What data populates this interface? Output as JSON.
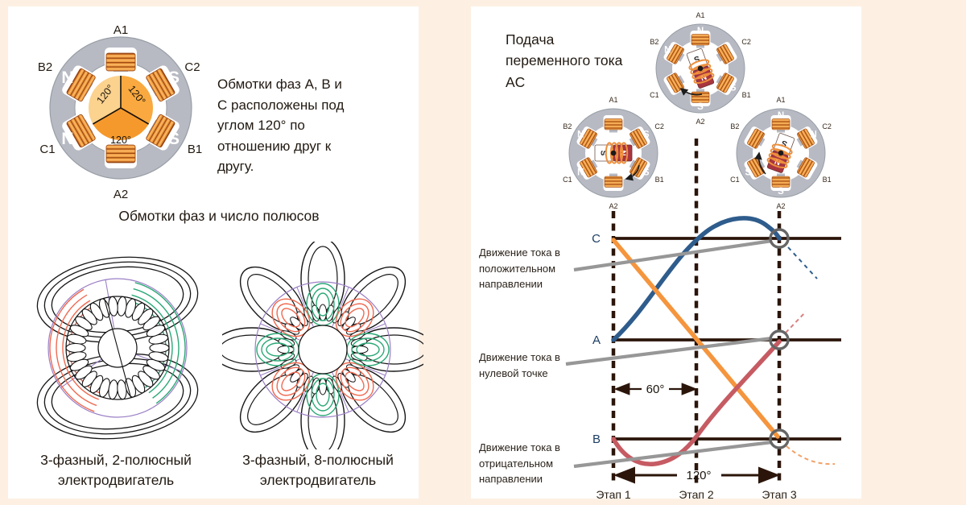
{
  "colors": {
    "background": "#fdf0e3",
    "panel": "#ffffff",
    "axis_dark": "#2b150a",
    "phase_c_blue": "#2e5c8c",
    "phase_a_orange": "#f5953d",
    "phase_b_red": "#c65b63",
    "callout_gray": "#979797",
    "circle_marker_gray": "#666666",
    "stator_ring_gray": "#b7bac3",
    "stator_ring_stroke": "#989ea6",
    "coil_orange": "#f09c42",
    "coil_dark": "#9c4812",
    "rotor_red": "#a8353f",
    "winding_purple": "#9b7fc5",
    "winding_green": "#2aa876",
    "winding_red": "#ef6950",
    "axis_label_navy": "#1d3e63",
    "sector_light": "#fbd28e",
    "sector_mid": "#f9a93f",
    "sector_deep": "#f6992c"
  },
  "left_panel": {
    "stator": {
      "labels": {
        "a1": "A1",
        "c2": "C2",
        "b1": "B1",
        "a2": "A2",
        "c1": "C1",
        "b2": "B2"
      },
      "poles": {
        "nw": "N",
        "ne": "S",
        "sw": "N",
        "se": "S"
      },
      "angles": {
        "top_left": "120°",
        "right": "120°",
        "bottom": "120°"
      }
    },
    "intro_text": "Обмотки фаз А, В и С расположены под углом 120° по отношению друг к другу.",
    "subheading": "Обмотки фаз и число полюсов",
    "captions": {
      "two_pole": "3-фазный, 2-полюсный электродвигатель",
      "eight_pole": "3-фазный, 8-полюсный электродвигатель"
    }
  },
  "right_panel": {
    "heading": "Подача переменного тока AC",
    "stators": [
      {
        "stage": "Этап 1",
        "labels": {
          "a1": "A1",
          "c2": "C2",
          "b1": "B1",
          "a2": "A2",
          "c1": "C1",
          "b2": "B2"
        },
        "poles": [
          {
            "angle": 90,
            "letter": "N"
          },
          {
            "angle": 150,
            "letter": "N"
          },
          {
            "angle": 330,
            "letter": "S"
          },
          {
            "angle": 270,
            "letter": "S"
          }
        ],
        "rotor_angle": 70,
        "rotor_s": "S",
        "rotor_n": "N"
      },
      {
        "stage": "Этап 2",
        "labels": {
          "a1": "A1",
          "c2": "C2",
          "b1": "B1",
          "a2": "A2",
          "c1": "C1",
          "b2": "B2"
        },
        "poles": [
          {
            "angle": 150,
            "letter": "N"
          },
          {
            "angle": 30,
            "letter": "S"
          },
          {
            "angle": 210,
            "letter": "N"
          },
          {
            "angle": 330,
            "letter": "S"
          }
        ],
        "rotor_angle": 0,
        "rotor_s": "S",
        "rotor_n": "N"
      },
      {
        "stage": "Этап 3",
        "labels": {
          "a1": "A1",
          "c2": "C2",
          "b1": "B1",
          "a2": "A2",
          "c1": "C1",
          "b2": "B2"
        },
        "poles": [
          {
            "angle": 90,
            "letter": "N"
          },
          {
            "angle": 30,
            "letter": "N"
          },
          {
            "angle": 210,
            "letter": "S"
          },
          {
            "angle": 270,
            "letter": "S"
          }
        ],
        "rotor_angle": 110,
        "rotor_s": "S",
        "rotor_n": "N"
      }
    ]
  },
  "chart_data": {
    "type": "line",
    "title": "Подача переменного тока AC",
    "phase_axes": [
      "C",
      "A",
      "B"
    ],
    "x_stages": [
      "Этап 1",
      "Этап 2",
      "Этап 3"
    ],
    "stage_spacing_deg": 60,
    "annotations": [
      {
        "text": "60°",
        "between": [
          "Этап 1",
          "Этап 2"
        ]
      },
      {
        "text": "120°",
        "between": [
          "Этап 1",
          "Этап 3"
        ]
      }
    ],
    "series": [
      {
        "name": "C",
        "color": "#2e5c8c",
        "shape": "от оси A на Этапе 1 через максимум к оси C на Этапе 3"
      },
      {
        "name": "A",
        "color": "#f5953d",
        "shape": "от оси C на Этапе 1 вниз к оси B на Этапе 3"
      },
      {
        "name": "B",
        "color": "#c65b63",
        "shape": "от оси B на Этапе 1 через минимум вверх к оси A на Этапе 3"
      }
    ],
    "callouts": [
      {
        "text": "Движение тока в положительном направлении"
      },
      {
        "text": "Движение тока в нулевой точке"
      },
      {
        "text": "Движение тока в отрицательном направлении"
      }
    ]
  }
}
